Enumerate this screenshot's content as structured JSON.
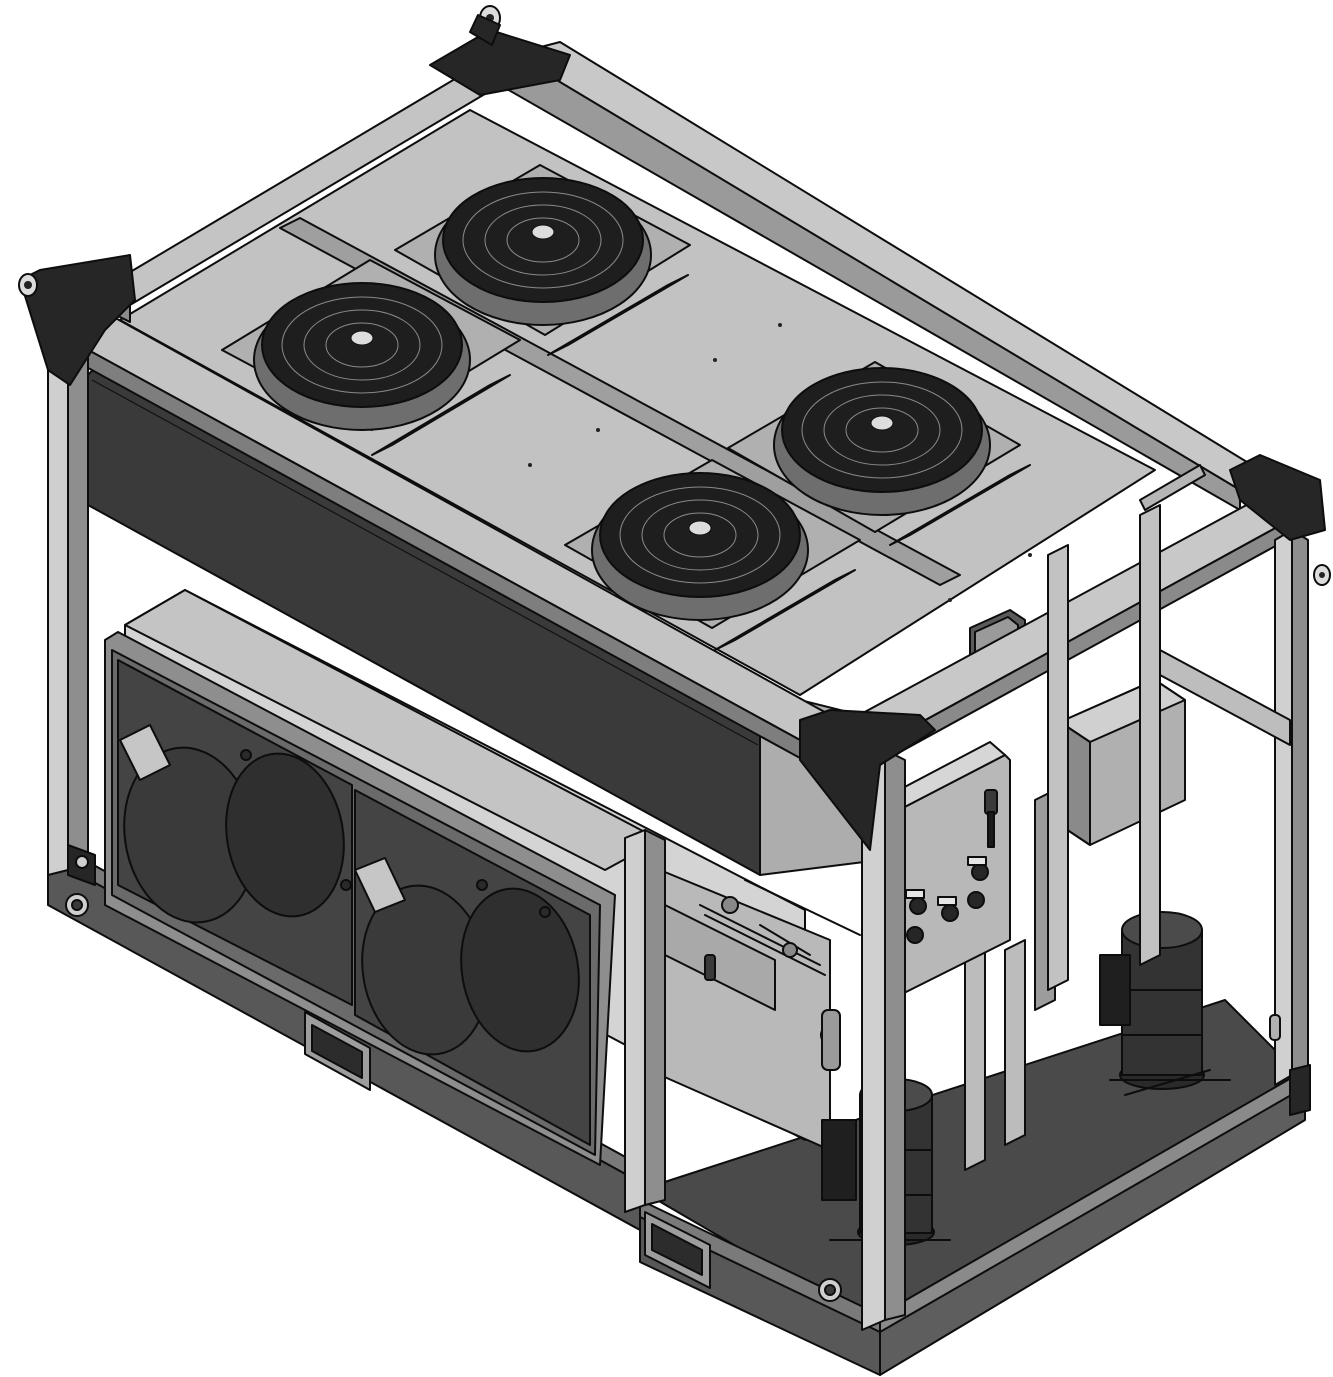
{
  "figure": {
    "kind": "isometric-cad-render",
    "palette": {
      "background": "#ffffff",
      "frame_light": "#c9c9c9",
      "frame_mid": "#9c9c9c",
      "frame_dark": "#5a5a5a",
      "panel_top": "#bdbdbd",
      "panel_dark": "#3a3a3a",
      "corner_block": "#262626",
      "fan_guard": "#1e1e1e",
      "floor": "#4a4a4a",
      "outline": "#0d0d0d"
    },
    "fan_count": 4,
    "compressor_count": 2,
    "control_knob_count": 5
  }
}
